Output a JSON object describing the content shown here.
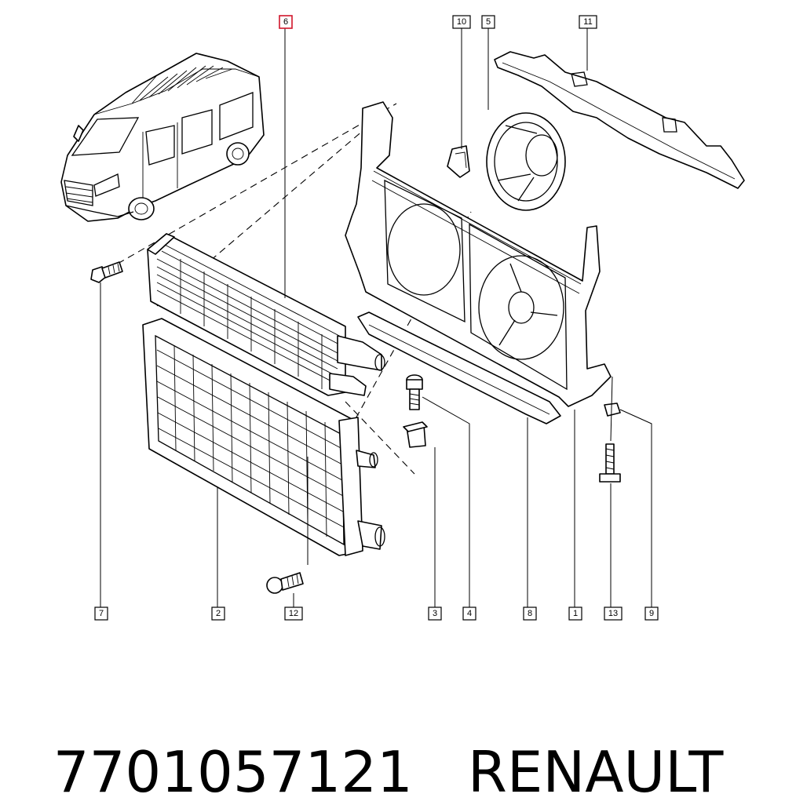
{
  "footer": {
    "part_number": "7701057121",
    "brand": "RENAULT"
  },
  "callouts": [
    {
      "id": "1",
      "label": "1"
    },
    {
      "id": "2",
      "label": "2"
    },
    {
      "id": "3",
      "label": "3"
    },
    {
      "id": "4",
      "label": "4"
    },
    {
      "id": "5",
      "label": "5"
    },
    {
      "id": "6",
      "label": "6",
      "highlighted": true
    },
    {
      "id": "7",
      "label": "7"
    },
    {
      "id": "8",
      "label": "8"
    },
    {
      "id": "9",
      "label": "9"
    },
    {
      "id": "10",
      "label": "10"
    },
    {
      "id": "11",
      "label": "11"
    },
    {
      "id": "12",
      "label": "12"
    },
    {
      "id": "13",
      "label": "13"
    }
  ],
  "colors": {
    "line": "#000000",
    "background": "#ffffff",
    "highlight": "#d0152b"
  },
  "icons": {
    "vehicle": "van-icon"
  }
}
